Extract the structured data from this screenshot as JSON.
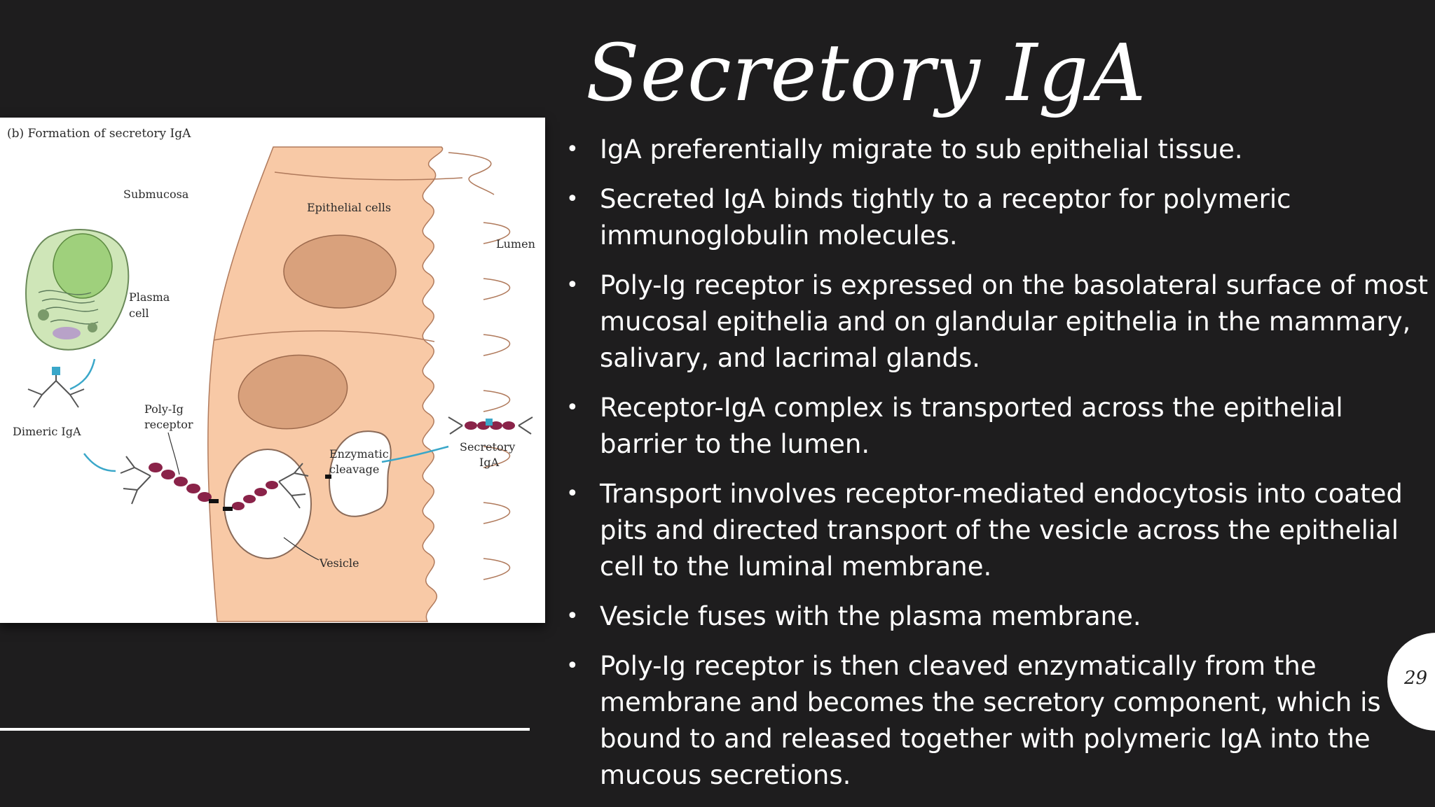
{
  "slide": {
    "title": "Secretory IgA",
    "page_number": "29",
    "bullets": [
      "IgA preferentially migrate to sub epithelial tissue.",
      "Secreted IgA binds tightly to a receptor for polymeric immunoglobulin molecules.",
      "Poly-Ig receptor is expressed on the basolateral surface of most mucosal epithelia and on glandular epithelia in the mammary, salivary, and lacrimal glands.",
      "Receptor-IgA complex is transported across the epithelial barrier to the lumen.",
      "Transport involves receptor-mediated endocytosis into coated pits and directed transport of the vesicle across the epithelial cell to the luminal membrane.",
      "Vesicle fuses with the plasma membrane.",
      "Poly-Ig receptor is then cleaved enzymatically from the membrane and becomes the secretory component, which is bound to and released together with polymeric IgA into the mucous secretions."
    ]
  },
  "figure": {
    "caption": "(b)  Formation of secretory IgA",
    "labels": {
      "submucosa": "Submucosa",
      "epithelial_cells": "Epithelial cells",
      "lumen": "Lumen",
      "plasma": "Plasma",
      "cell": "cell",
      "dimeric_iga": "Dimeric IgA",
      "poly_ig": "Poly-Ig",
      "receptor": "receptor",
      "enzymatic": "Enzymatic",
      "cleavage": "cleavage",
      "secretory": "Secretory",
      "iga": "IgA",
      "vesicle": "Vesicle"
    },
    "colors": {
      "epithelium": "#f8c9a6",
      "nucleus": "#d9a17c",
      "plasma_cell": "#cfe6b8",
      "plasma_nucleus": "#9fd07c",
      "receptor": "#8a2349",
      "antibody_accent": "#3aa7c9"
    }
  }
}
